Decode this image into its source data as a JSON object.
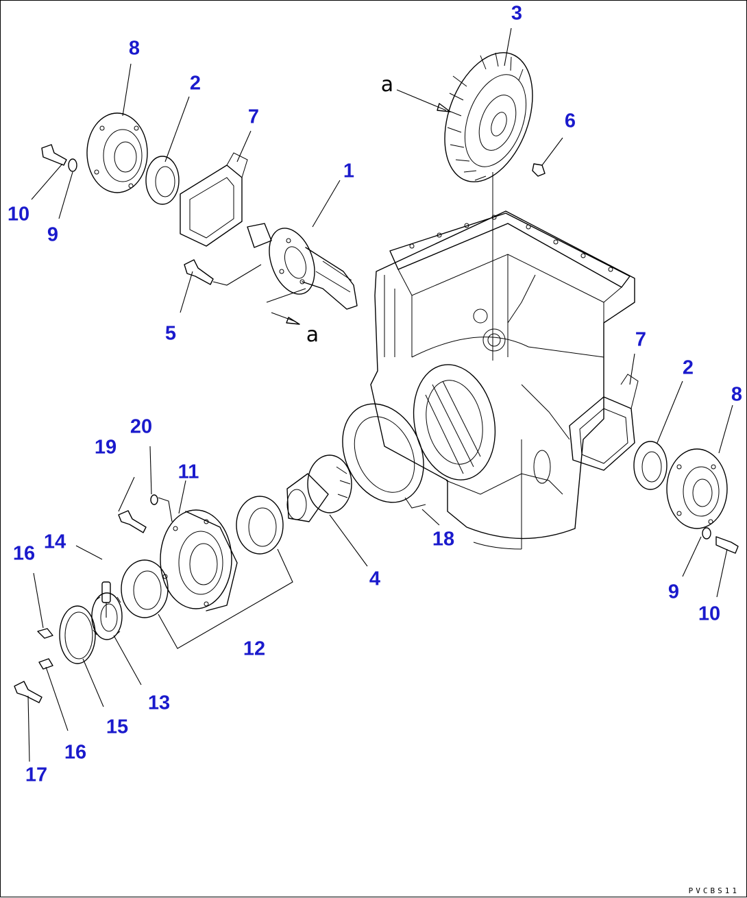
{
  "colors": {
    "callout": "#1a1acc",
    "line": "#000000",
    "background": "#ffffff"
  },
  "view_mark": "a",
  "drawing_code": "PVCBS11",
  "callouts": [
    "1",
    "2",
    "3",
    "4",
    "5",
    "6",
    "7",
    "8",
    "9",
    "10",
    "11",
    "12",
    "13",
    "14",
    "15",
    "16",
    "17",
    "18",
    "19",
    "20"
  ]
}
